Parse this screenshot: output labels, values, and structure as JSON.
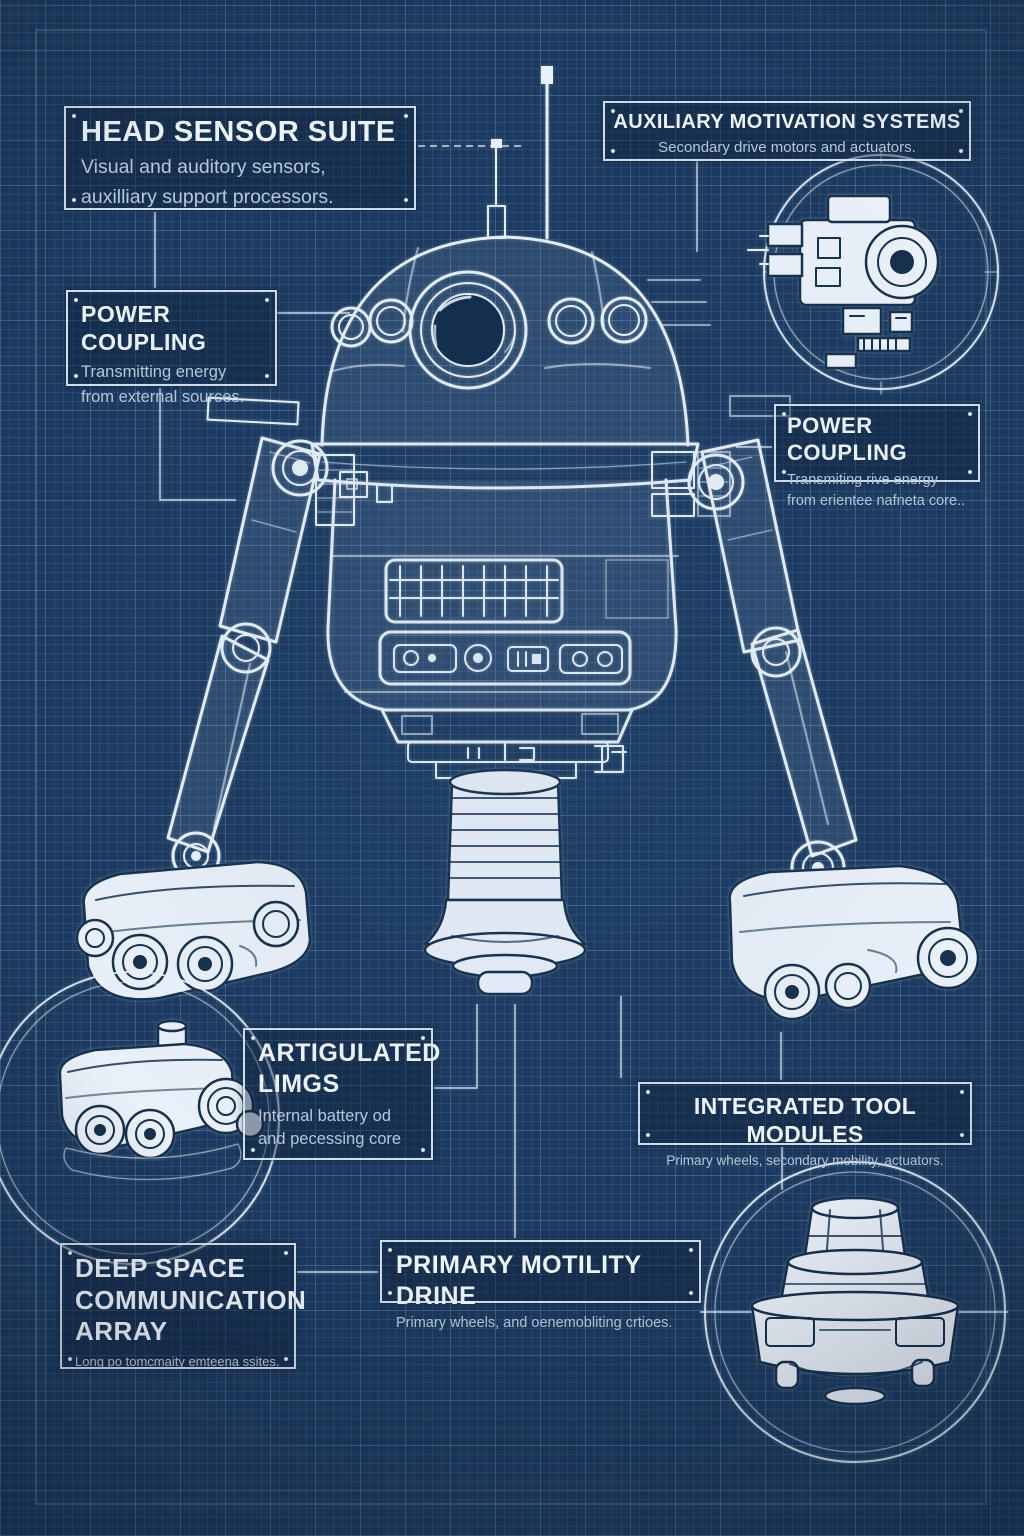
{
  "labels": {
    "head_sensor": {
      "title": "HEAD SENSOR SUITE",
      "desc": [
        "Visual and auditory sensors,",
        "auxilliary support processors."
      ]
    },
    "aux_motivation": {
      "title": "AUXILIARY MOTIVATION SYSTEMS",
      "desc": [
        "Secondary drive motors and actuators."
      ]
    },
    "power_coupling_left": {
      "title": "POWER COUPLING",
      "desc": [
        "Transmitting energy",
        "from external sources."
      ]
    },
    "power_coupling_right": {
      "title": "POWER COUPLING",
      "desc": [
        "Transmiting rive energy",
        "from erientee nafneta core.."
      ]
    },
    "articulated_limbs": {
      "title_lines": [
        "ARTIGULATED",
        "LIMGS"
      ],
      "desc": [
        "Internal battery od",
        "and pecessing core"
      ]
    },
    "integrated_tools": {
      "title": "INTEGRATED TOOL MODULES",
      "desc": [
        "Primary wheels, secondary mobility, actuators."
      ]
    },
    "deep_space": {
      "title_lines": [
        "DEEP SPACE",
        "COMMUNICATION",
        "ARRAY"
      ],
      "desc": [
        "Long po tomcmaity emteena ssites."
      ]
    },
    "primary_motility": {
      "title": "PRIMARY MOTILITY DRINE",
      "desc": [
        "Primary wheels, and oenemobliting crtioes."
      ]
    }
  },
  "colors": {
    "background": "#1c3a5e",
    "grid_line": "#3a608c",
    "sketch_line": "#e9f1fa",
    "sketch_dark": "#16304d",
    "box_border": "#e2edf8",
    "text_primary": "#eef4fb",
    "text_secondary": "#b7c8db"
  },
  "illustration": {
    "subject": "astromech-droid-blueprint",
    "insets": [
      "auxiliary-motor-closeup",
      "wheel-pod-closeup",
      "pedestal-foot-closeup"
    ]
  }
}
